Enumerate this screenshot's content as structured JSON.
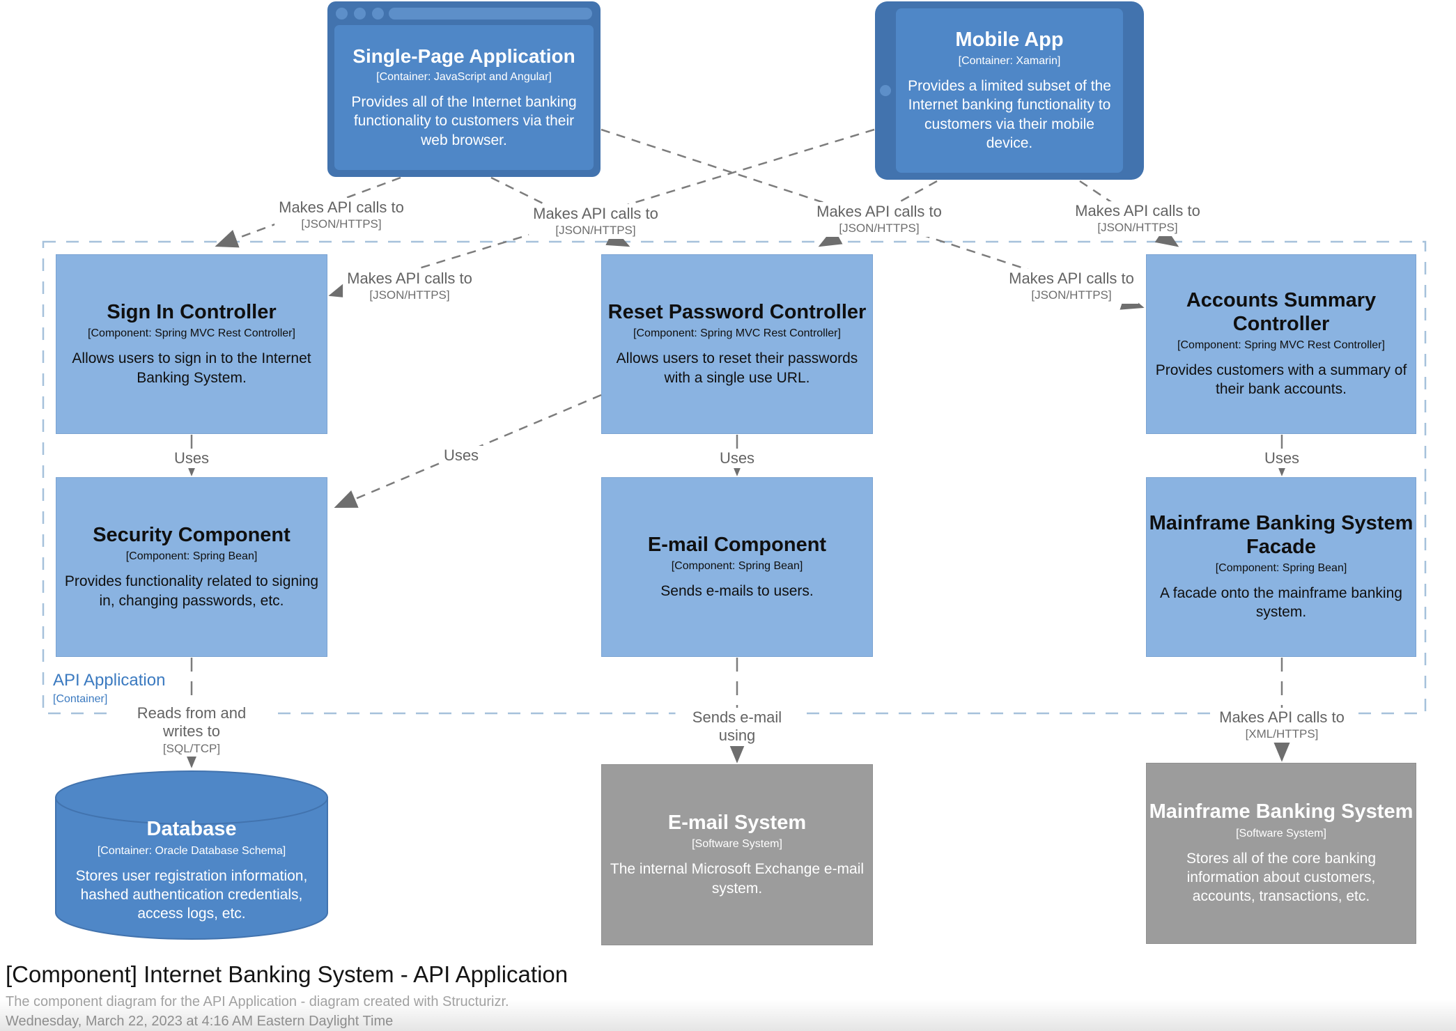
{
  "diagram": {
    "title": "[Component] Internet Banking System - API Application",
    "subtitle": "The component diagram for the API Application - diagram created with Structurizr.",
    "date": "Wednesday, March 22, 2023 at 4:16 AM Eastern Daylight Time"
  },
  "boundary": {
    "name": "API Application",
    "type": "[Container]"
  },
  "elements": {
    "spa": {
      "name": "Single-Page Application",
      "meta": "[Container: JavaScript and Angular]",
      "description": "Provides all of the Internet banking functionality to customers via their web browser."
    },
    "mobile": {
      "name": "Mobile App",
      "meta": "[Container: Xamarin]",
      "description": "Provides a limited subset of the Internet banking functionality to customers via their mobile device."
    },
    "signin": {
      "name": "Sign In Controller",
      "meta": "[Component: Spring MVC Rest Controller]",
      "description": "Allows users to sign in to the Internet Banking System."
    },
    "resetpw": {
      "name": "Reset Password Controller",
      "meta": "[Component: Spring MVC Rest Controller]",
      "description": "Allows users to reset their passwords with a single use URL."
    },
    "accounts": {
      "name": "Accounts Summary Controller",
      "meta": "[Component: Spring MVC Rest Controller]",
      "description": "Provides customers with a summary of their bank accounts."
    },
    "security": {
      "name": "Security Component",
      "meta": "[Component: Spring Bean]",
      "description": "Provides functionality related to signing in, changing passwords, etc."
    },
    "email_comp": {
      "name": "E-mail Component",
      "meta": "[Component: Spring Bean]",
      "description": "Sends e-mails to users."
    },
    "facade": {
      "name": "Mainframe Banking System Facade",
      "meta": "[Component: Spring Bean]",
      "description": "A facade onto the mainframe banking system."
    },
    "database": {
      "name": "Database",
      "meta": "[Container: Oracle Database Schema]",
      "description": "Stores user registration information, hashed authentication credentials, access logs, etc."
    },
    "email_sys": {
      "name": "E-mail System",
      "meta": "[Software System]",
      "description": "The internal Microsoft Exchange e-mail system."
    },
    "mainframe": {
      "name": "Mainframe Banking System",
      "meta": "[Software System]",
      "description": "Stores all of the core banking information about customers, accounts, transactions, etc."
    }
  },
  "relationships": {
    "makes_api_calls": "Makes API calls to",
    "json_https": "[JSON/HTTPS]",
    "xml_https": "[XML/HTTPS]",
    "uses": "Uses",
    "reads_writes": "Reads from and writes to",
    "sql_tcp": "[SQL/TCP]",
    "sends_email": "Sends e-mail using"
  },
  "colors": {
    "container_blue": "#4f87c7",
    "container_frame_blue": "#4273ae",
    "component_blue": "#8ab3e1",
    "external_gray": "#9c9c9c",
    "boundary_dash": "#a6c1db",
    "boundary_label_blue": "#3b7ac0",
    "line_gray": "#7c7c7c",
    "label_text_gray": "#636363"
  }
}
